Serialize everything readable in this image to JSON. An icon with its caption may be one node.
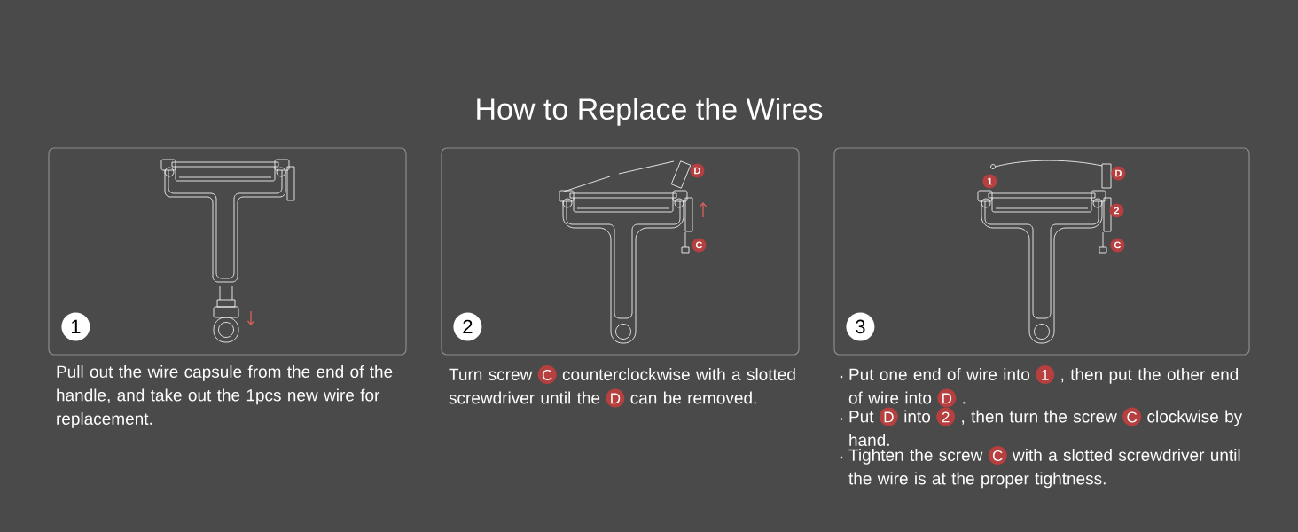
{
  "diagram": {
    "title": "How to Replace the Wires",
    "nodes": [
      {
        "text": [],
        "shape": "box",
        "beside": [
          "Pull out the wire capsule from the end of the handle, and take out the 1pcs new wire for replacement."
        ]
      },
      {
        "text": [
          "1"
        ],
        "in": 0
      },
      {
        "text": [],
        "shape": "box",
        "beside": [
          "Turn screw **C** counterclockwise with a slotted screwdriver until the **D** can be removed."
        ]
      },
      {
        "text": [
          "D"
        ],
        "in": 2
      },
      {
        "text": [
          "C"
        ],
        "in": 2
      },
      {
        "text": [
          "2"
        ],
        "in": 2
      },
      {
        "text": [],
        "shape": "box",
        "beside": [
          "Put one end of wire into **1** , then put the other end of wire into **D** .",
          "Put **D** into **2** , then turn the screw **C** clockwise by hand.",
          "Tighten the screw **C** with a slotted screwdriver until the wire is at the proper tightness."
        ]
      },
      {
        "text": [
          "D"
        ],
        "in": 6
      },
      {
        "text": [
          "1"
        ],
        "in": 6
      },
      {
        "text": [
          "2"
        ],
        "in": 6
      },
      {
        "text": [
          "C"
        ],
        "in": 6
      },
      {
        "text": [
          "3"
        ],
        "in": 6
      }
    ]
  }
}
